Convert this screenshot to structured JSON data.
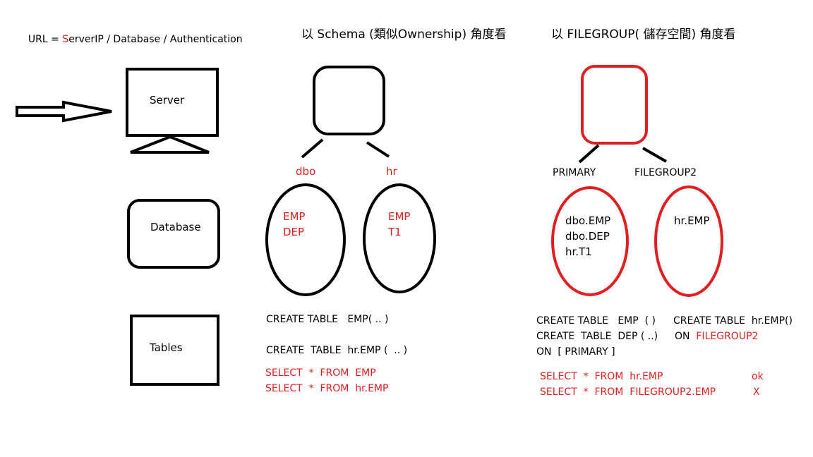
{
  "url_line": {
    "prefix": "URL = ",
    "initial": "S",
    "rest": "erverIP / Database / Authentication"
  },
  "schema_view": {
    "title": "以 Schema (類似Ownership) 角度看",
    "branches": [
      {
        "name": "dbo",
        "tables": [
          "EMP",
          "DEP"
        ]
      },
      {
        "name": "hr",
        "tables": [
          "EMP",
          "T1"
        ]
      }
    ],
    "sql": [
      "CREATE TABLE   EMP( .. )",
      "CREATE  TABLE  hr.EMP (  .. )"
    ],
    "queries": [
      "SELECT  *  FROM  EMP",
      "SELECT  *  FROM  hr.EMP"
    ]
  },
  "filegroup_view": {
    "title": "以 FILEGROUP( 儲存空間) 角度看",
    "branches": [
      {
        "name": "PRIMARY",
        "tables": [
          "dbo.EMP",
          "dbo.DEP",
          "hr.T1"
        ]
      },
      {
        "name": "FILEGROUP2",
        "tables": [
          "hr.EMP"
        ]
      }
    ],
    "sql_left": [
      "CREATE TABLE   EMP  ( )",
      "CREATE  TABLE  DEP ( ..)",
      "ON  [ PRIMARY ]"
    ],
    "sql_right": [
      "CREATE TABLE  hr.EMP()",
      "ON"
    ],
    "sql_right_red": "FILEGROUP2",
    "queries": [
      {
        "text": "SELECT  *  FROM  hr.EMP",
        "result": "ok"
      },
      {
        "text": "SELECT  *  FROM  FILEGROUP2.EMP",
        "result": "X"
      }
    ]
  },
  "hierarchy": {
    "server": "Server",
    "database": "Database",
    "tables": "Tables"
  },
  "colors": {
    "red": "#e02020",
    "black": "#000000"
  }
}
